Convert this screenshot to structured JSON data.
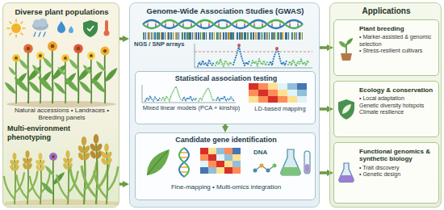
{
  "diagram": {
    "nodes": [
      {
        "text": [
          "Diverse plant populations",
          "Natural accessions • Landraces • Breeding panels",
          "Multi-environment phenotyping"
        ]
      },
      {
        "text": [
          "Genome-Wide Association Studies (GWAS)"
        ]
      },
      {
        "text": [
          "Statistical association testing",
          "Mixed linear models (PCA + kinship)",
          "LD-based mapping"
        ],
        "in": 1
      },
      {
        "text": [
          "Candidate gene identification",
          "Fine-mapping • Multi-omics integration"
        ],
        "in": 1
      },
      {
        "text": [
          "Applications"
        ]
      },
      {
        "text": [
          "Plant breeding",
          "• Marker-assisted & genomic selection",
          "• Stress-resilient cultivars"
        ],
        "in": 4
      },
      {
        "text": [
          "Ecology & conservation",
          "• Local adaptation",
          "Genetic diversity hotspots",
          "Climate resilience"
        ],
        "in": 4
      },
      {
        "text": [
          "Functional genomics & synthetic biology",
          "• Trait discovery",
          "• Genetic design"
        ],
        "in": 4
      }
    ],
    "edges": [
      {
        "from": 0,
        "to": 1,
        "arrow": "to"
      },
      {
        "from": 0,
        "to": 1,
        "arrow": "to"
      },
      {
        "from": 2,
        "to": 3,
        "arrow": "to"
      },
      {
        "from": 1,
        "to": 5,
        "arrow": "to"
      },
      {
        "from": 1,
        "to": 6,
        "arrow": "to"
      },
      {
        "from": 1,
        "to": 7,
        "arrow": "to"
      }
    ],
    "labels": [
      "NGS / SNP arrays",
      "DNA"
    ]
  }
}
